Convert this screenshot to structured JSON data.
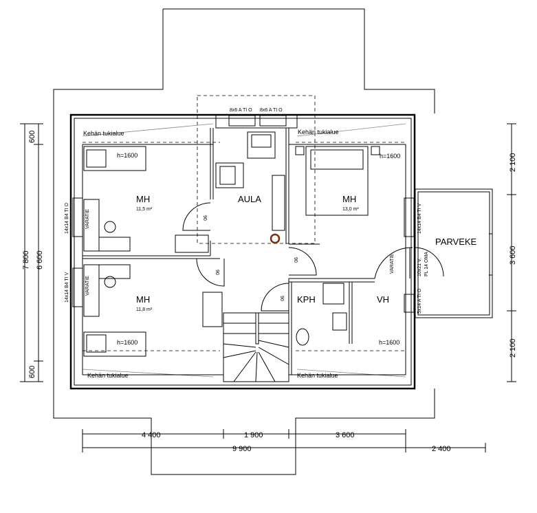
{
  "rooms": {
    "mh_top_left": {
      "name": "MH",
      "area": "11,5 m²"
    },
    "mh_bottom_left": {
      "name": "MH",
      "area": "11,8 m²"
    },
    "mh_right": {
      "name": "MH",
      "area": "13,0 m²"
    },
    "aula": {
      "name": "AULA"
    },
    "kph": {
      "name": "KPH"
    },
    "vh": {
      "name": "VH"
    },
    "parveke": {
      "name": "PARVEKE"
    }
  },
  "labels": {
    "kehan": "Kehän tukialue",
    "h1600": "h=1600",
    "varatie": "VARATIE",
    "door_90": "90",
    "win_top1": "8x6 A TI O",
    "win_top2": "8x6 A TI O",
    "win_left_top": "14x14 B4 TI O",
    "win_left_bottom": "14x14 B4 TI V",
    "win_right_top": "14x14 B4 TI V",
    "win_right_mid1": "10x21 V,",
    "win_right_mid2": "PL 14 OMA",
    "win_right_bottom": "5x14 A TI O"
  },
  "dimensions": {
    "bottom": [
      "4 400",
      "1 900",
      "3 600"
    ],
    "bottom_total": "9 900",
    "bottom_balcony": "2 400",
    "left_outer": "7 800",
    "left_inner": "6 600",
    "left_top": "600",
    "left_bottom": "600",
    "right": [
      "2 100",
      "3 600",
      "2 100"
    ]
  }
}
